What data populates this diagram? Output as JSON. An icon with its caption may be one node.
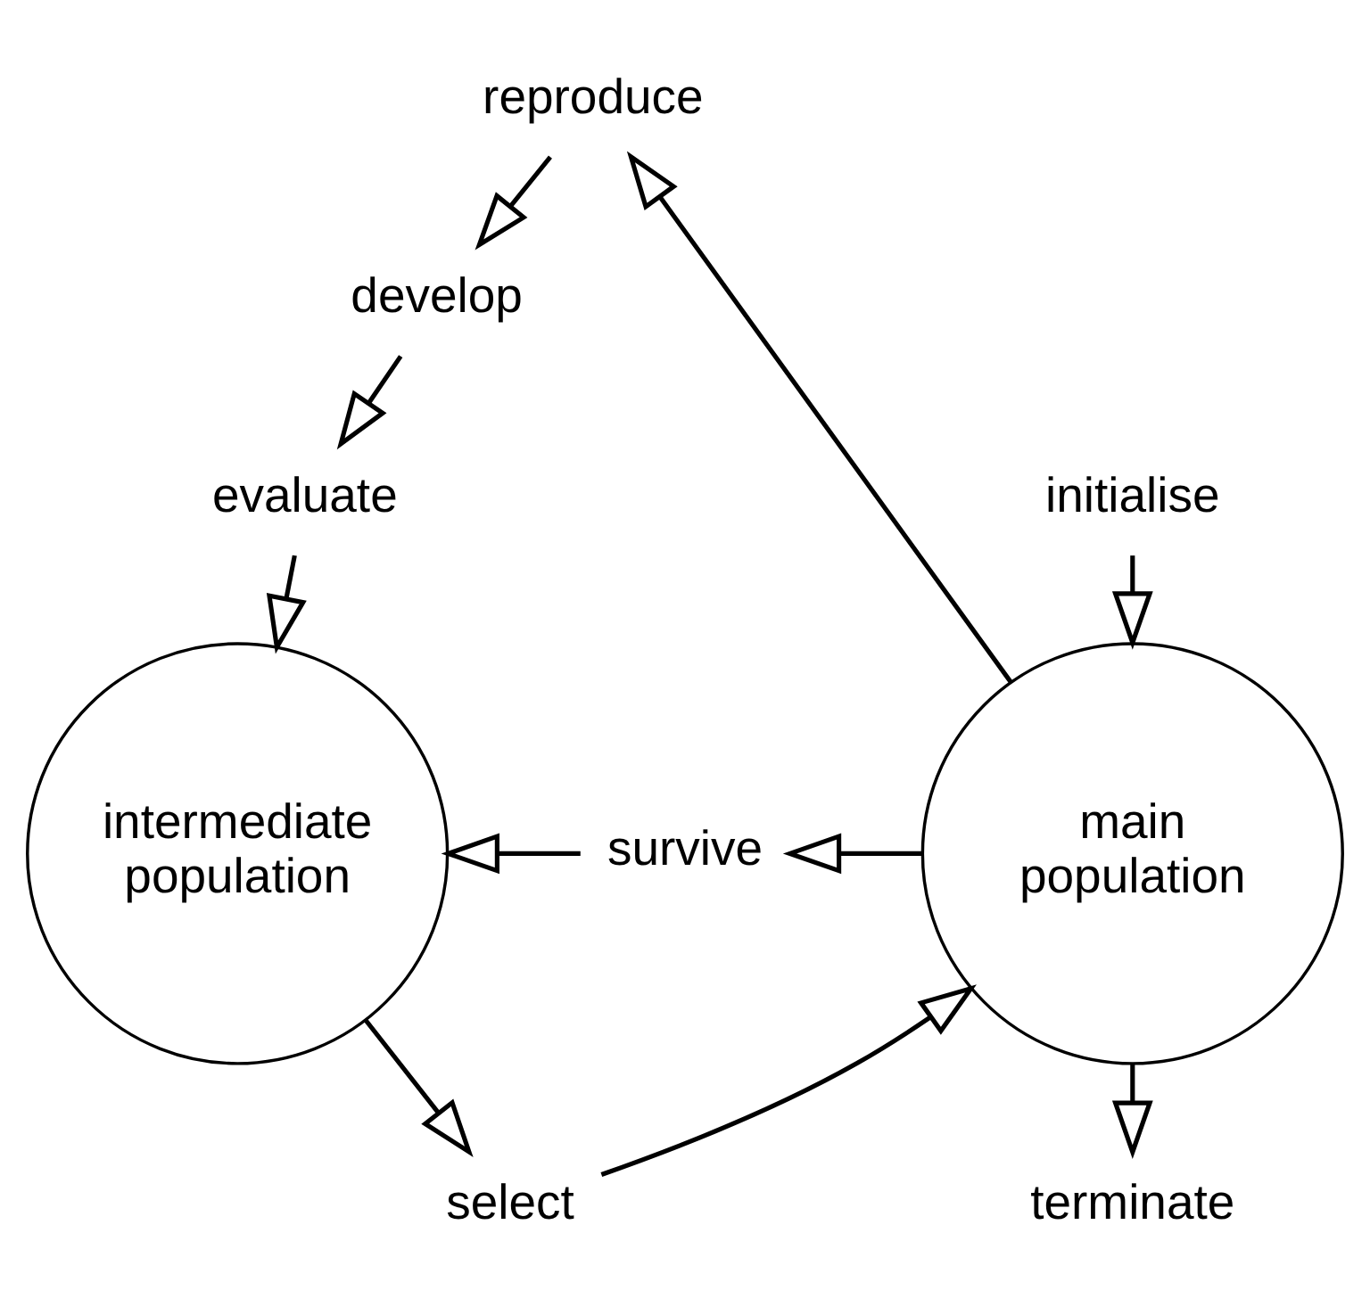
{
  "diagram": {
    "nodes": [
      {
        "text": [
          "reproduce"
        ]
      },
      {
        "text": [
          "develop"
        ]
      },
      {
        "text": [
          "evaluate"
        ]
      },
      {
        "text": [
          "intermediate population"
        ]
      },
      {
        "text": [
          "survive"
        ]
      },
      {
        "text": [
          "main population"
        ]
      },
      {
        "text": [
          "initialise"
        ]
      },
      {
        "text": [
          "terminate"
        ]
      },
      {
        "text": [
          "select"
        ]
      }
    ],
    "edges": [
      {
        "from": 5,
        "to": 0,
        "arrow": "to"
      },
      {
        "from": 0,
        "to": 1,
        "arrow": "to"
      },
      {
        "from": 1,
        "to": 2,
        "arrow": "to"
      },
      {
        "from": 2,
        "to": 3,
        "arrow": "to"
      },
      {
        "from": 5,
        "to": 4,
        "arrow": "to"
      },
      {
        "from": 4,
        "to": 3,
        "arrow": "to"
      },
      {
        "from": 6,
        "to": 5,
        "arrow": "to"
      },
      {
        "from": 5,
        "to": 7,
        "arrow": "to"
      },
      {
        "from": 3,
        "to": 8,
        "arrow": "to"
      },
      {
        "from": 8,
        "to": 5,
        "arrow": "to"
      }
    ]
  }
}
